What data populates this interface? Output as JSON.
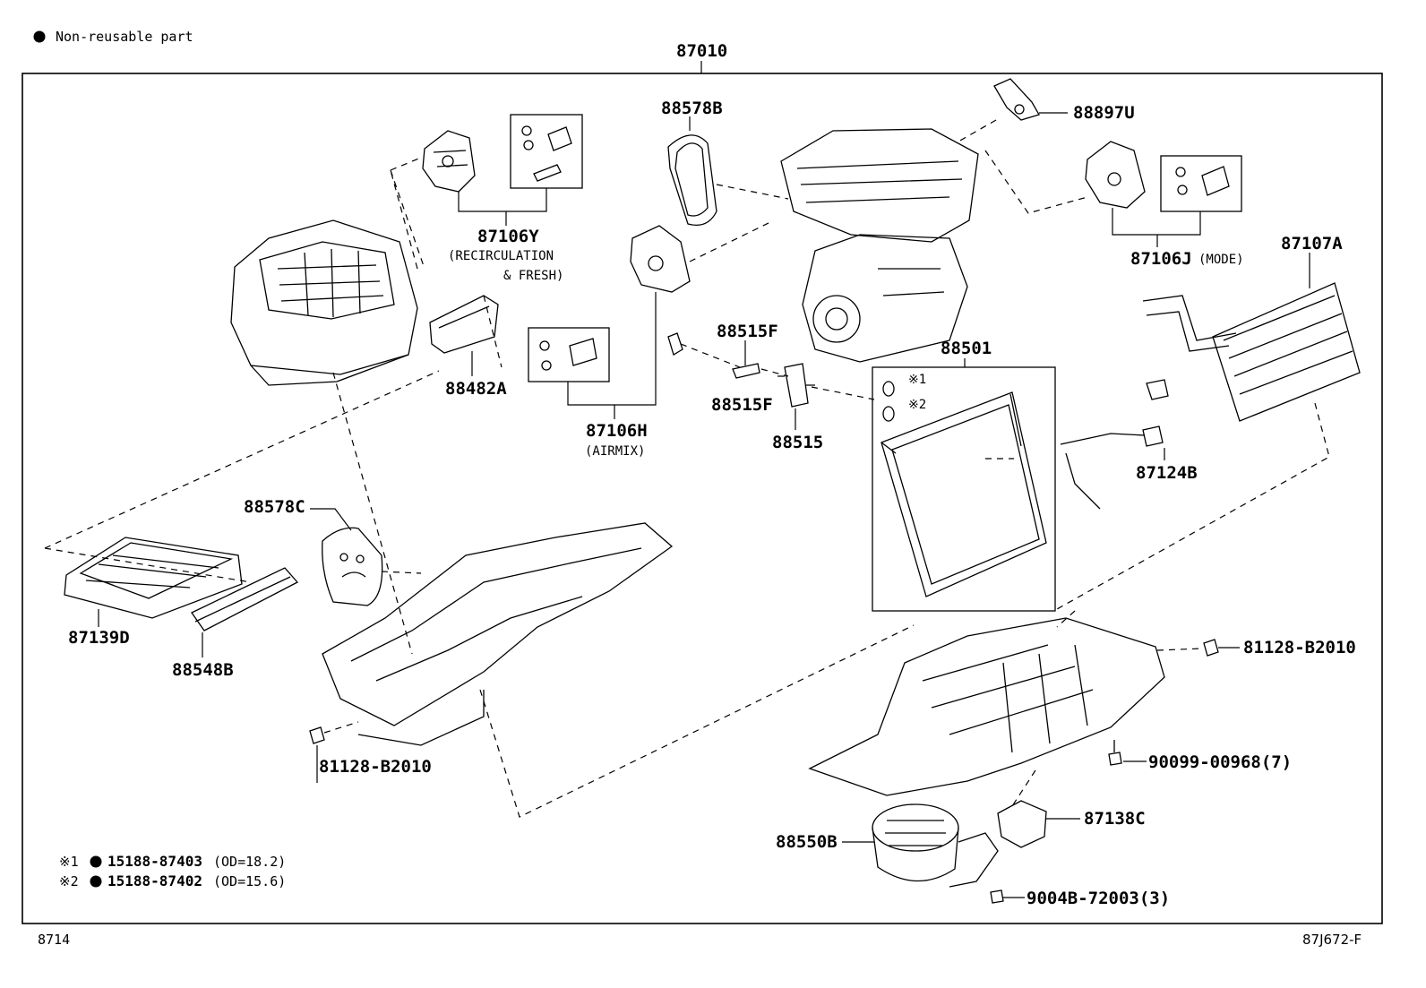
{
  "legend": {
    "non_reusable_text": "Non-reusable part",
    "note1_mark": "※1",
    "note1_part": "15188-87403",
    "note1_detail": "(OD=18.2)",
    "note2_mark": "※2",
    "note2_part": "15188-87402",
    "note2_detail": "(OD=15.6)"
  },
  "footer": {
    "left_code": "8714",
    "right_code": "87J672-F"
  },
  "assembly": {
    "main_part": "87010"
  },
  "parts": {
    "p88578B": "88578B",
    "p88897U": "88897U",
    "p87106Y": "87106Y",
    "p87106Y_desc1": "(RECIRCULATION",
    "p87106Y_desc2": "& FRESH)",
    "p87106J": "87106J",
    "p87106J_desc": "(MODE)",
    "p87107A": "87107A",
    "p88482A": "88482A",
    "p88515F_a": "88515F",
    "p88515F_b": "88515F",
    "p88515": "88515",
    "p88501": "88501",
    "p88501_mark1": "※1",
    "p88501_mark2": "※2",
    "p87106H": "87106H",
    "p87106H_desc": "(AIRMIX)",
    "p87124B": "87124B",
    "p88578C": "88578C",
    "p87139D": "87139D",
    "p88548B": "88548B",
    "p81128_right": "81128-B2010",
    "p81128_left": "81128-B2010",
    "p90099": "90099-00968(7)",
    "p87138C": "87138C",
    "p88550B": "88550B",
    "p9004B": "9004B-72003(3)"
  }
}
